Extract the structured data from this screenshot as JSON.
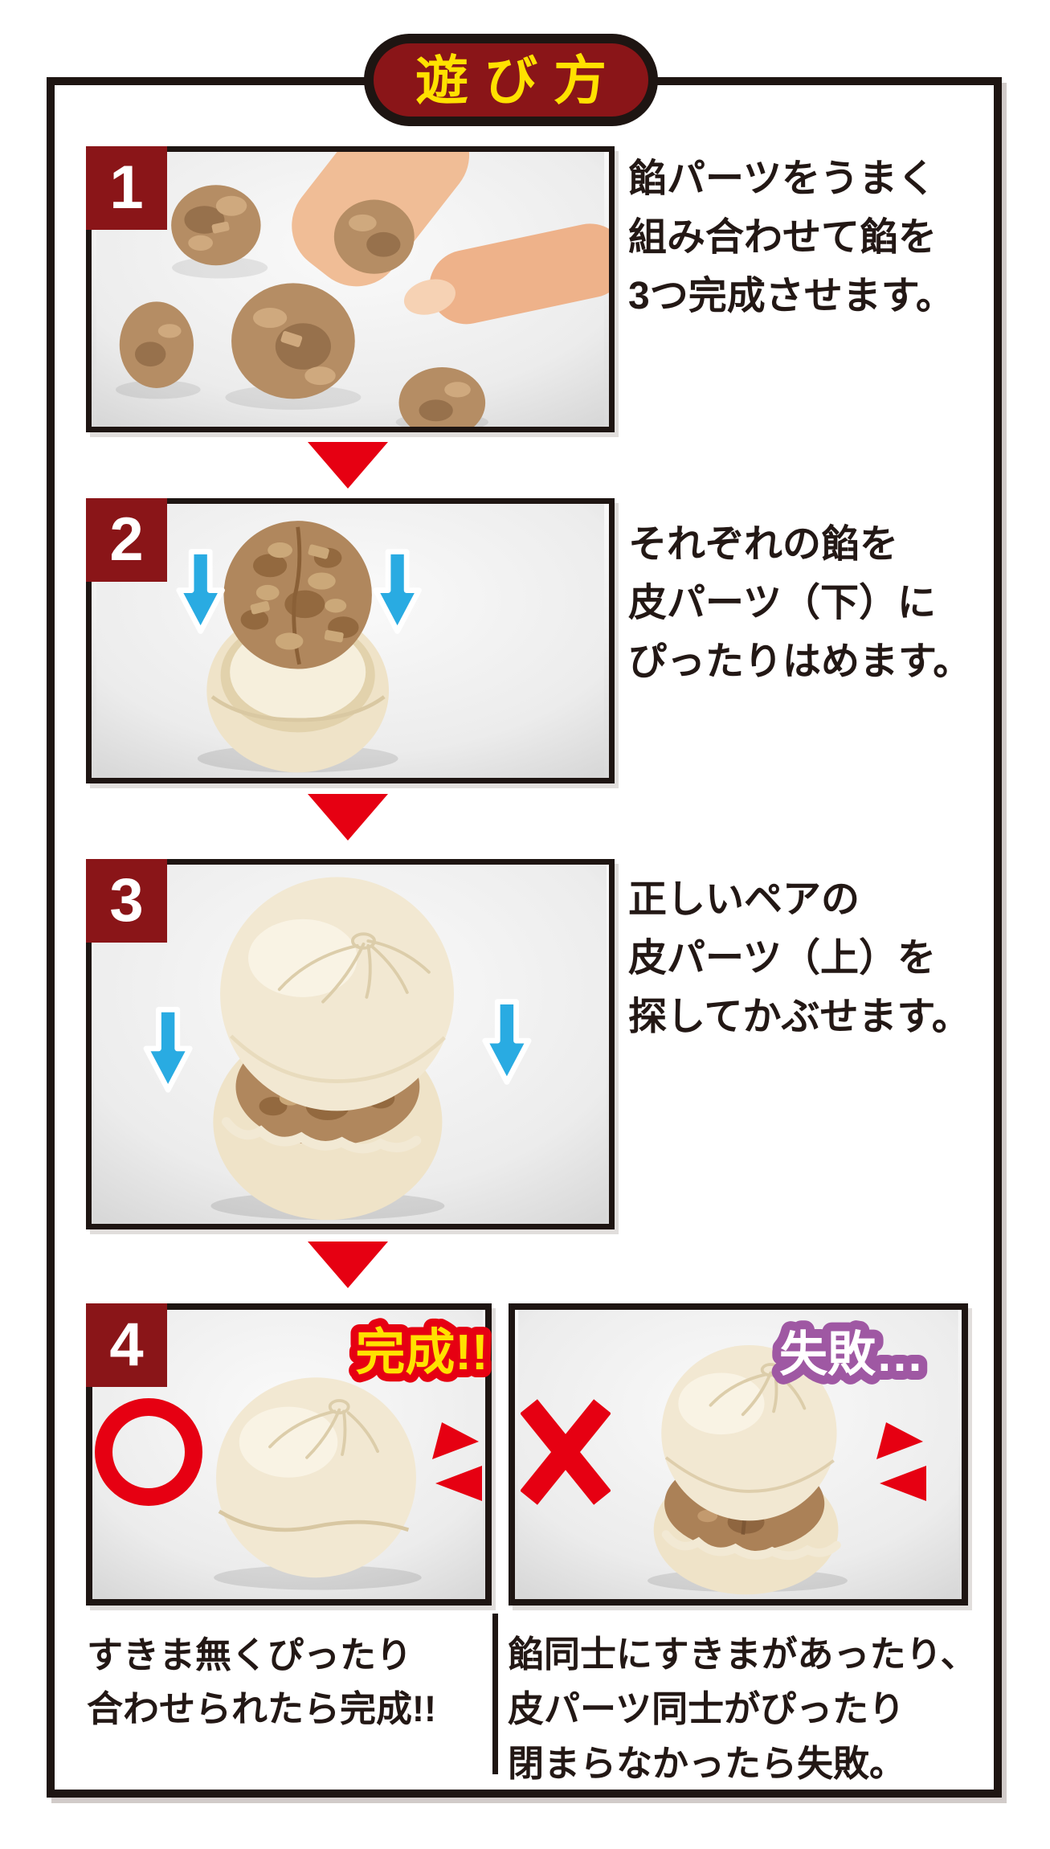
{
  "title": "遊び方",
  "steps": [
    {
      "number": "1",
      "lines": [
        "餡パーツをうまく",
        "組み合わせて餡を",
        "3つ完成させます。"
      ]
    },
    {
      "number": "2",
      "lines": [
        "それぞれの餡を",
        "皮パーツ（下）に",
        "ぴったりはめます。"
      ]
    },
    {
      "number": "3",
      "lines": [
        "正しいペアの",
        "皮パーツ（上）を",
        "探してかぶせます。"
      ]
    }
  ],
  "result": {
    "number": "4",
    "success": {
      "badge": "完成!!",
      "caption_lines": [
        "すきま無くぴったり",
        "合わせられたら完成!!"
      ]
    },
    "failure": {
      "badge": "失敗…",
      "caption_lines": [
        "餡同士にすきまがあったり、",
        "皮パーツ同士がぴったり",
        "閉まらなかったら失敗。"
      ]
    }
  },
  "colors": {
    "maroon": "#8a1518",
    "yellow": "#ffe100",
    "red": "#e60012",
    "blue": "#29abe2",
    "purple": "#9f58a3",
    "ink": "#231815"
  }
}
